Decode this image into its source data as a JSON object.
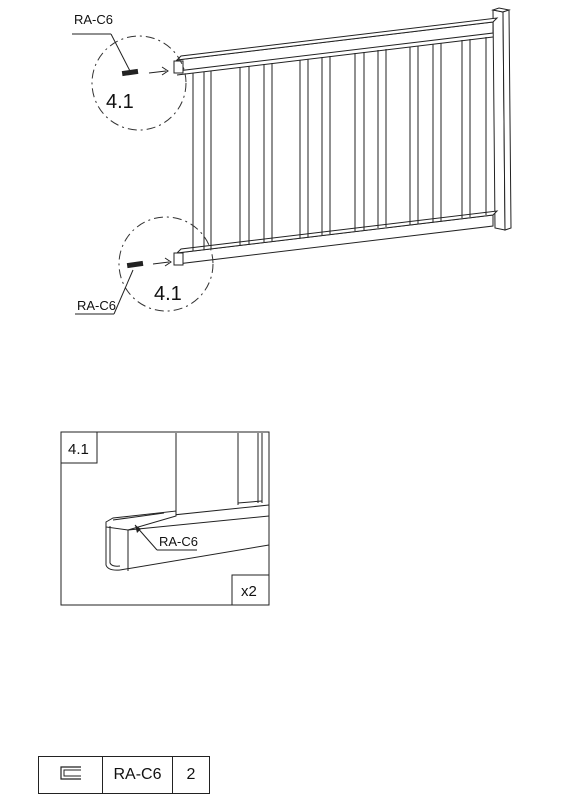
{
  "overview": {
    "top_callout": {
      "part_label": "RA-C6",
      "step": "4.1"
    },
    "bottom_callout": {
      "part_label": "RA-C6",
      "step": "4.1"
    }
  },
  "detail": {
    "step": "4.1",
    "part_label": "RA-C6",
    "quantity": "x2"
  },
  "parts_list": {
    "icon": "rail-cap-icon",
    "code": "RA-C6",
    "count": "2"
  }
}
